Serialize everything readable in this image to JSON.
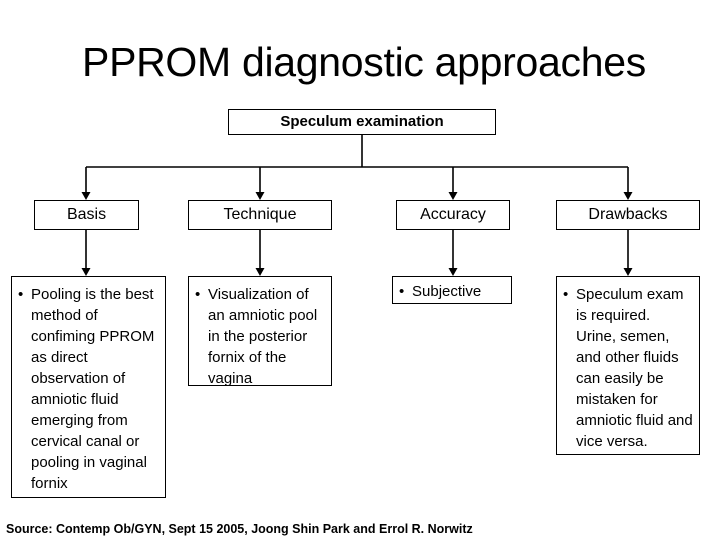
{
  "slide": {
    "title": "PPROM diagnostic approaches",
    "source_note": "Source: Contemp Ob/GYN, Sept 15 2005, Joong Shin Park and Errol R. Norwitz",
    "background_color": "#ffffff",
    "line_color": "#000000",
    "text_color": "#000000"
  },
  "diagram": {
    "type": "tree",
    "root": {
      "label": "Speculum examination",
      "bold": true
    },
    "categories": [
      {
        "label": "Basis"
      },
      {
        "label": "Technique"
      },
      {
        "label": "Accuracy"
      },
      {
        "label": "Drawbacks"
      }
    ],
    "details": [
      {
        "bullet": "•",
        "text": "Pooling is the best method of confiming PPROM as direct observation of amniotic fluid emerging from cervical canal or pooling in vaginal fornix"
      },
      {
        "bullet": "•",
        "text": "Visualization of an amniotic pool in the posterior fornix of the vagina"
      },
      {
        "bullet": "•",
        "text": "Subjective"
      },
      {
        "bullet": "•",
        "text": "Speculum exam is required. Urine, semen, and other fluids can easily be mistaken for amniotic fluid and vice versa."
      }
    ]
  }
}
